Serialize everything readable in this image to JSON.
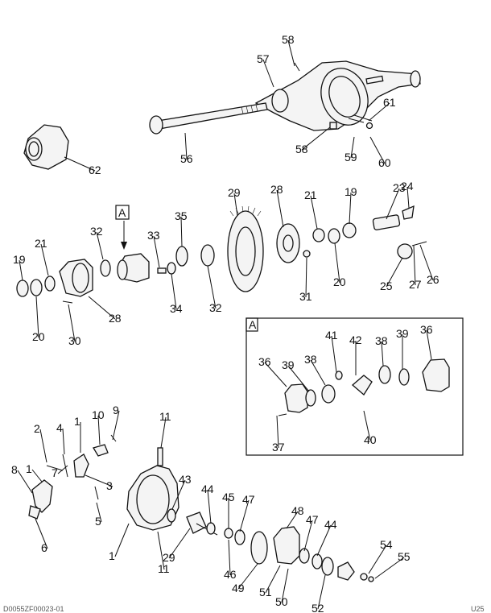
{
  "section_a_label": "A",
  "inset_label": "A",
  "footer_left": "D0055ZF00023-01",
  "footer_right": "U25",
  "callouts": [
    "58",
    "57",
    "61",
    "58",
    "59",
    "60",
    "56",
    "62",
    "29",
    "28",
    "21",
    "19",
    "23",
    "24",
    "A",
    "35",
    "33",
    "32",
    "21",
    "19",
    "20",
    "30",
    "28",
    "32",
    "34",
    "31",
    "20",
    "25",
    "27",
    "26",
    "41",
    "42",
    "38",
    "39",
    "36",
    "36",
    "39",
    "38",
    "37",
    "40",
    "9",
    "10",
    "1",
    "2",
    "4",
    "1",
    "7",
    "8",
    "3",
    "5",
    "6",
    "11",
    "43",
    "44",
    "45",
    "47",
    "48",
    "47",
    "44",
    "54",
    "55",
    "1",
    "11",
    "29",
    "46",
    "49",
    "51",
    "50",
    "52"
  ]
}
